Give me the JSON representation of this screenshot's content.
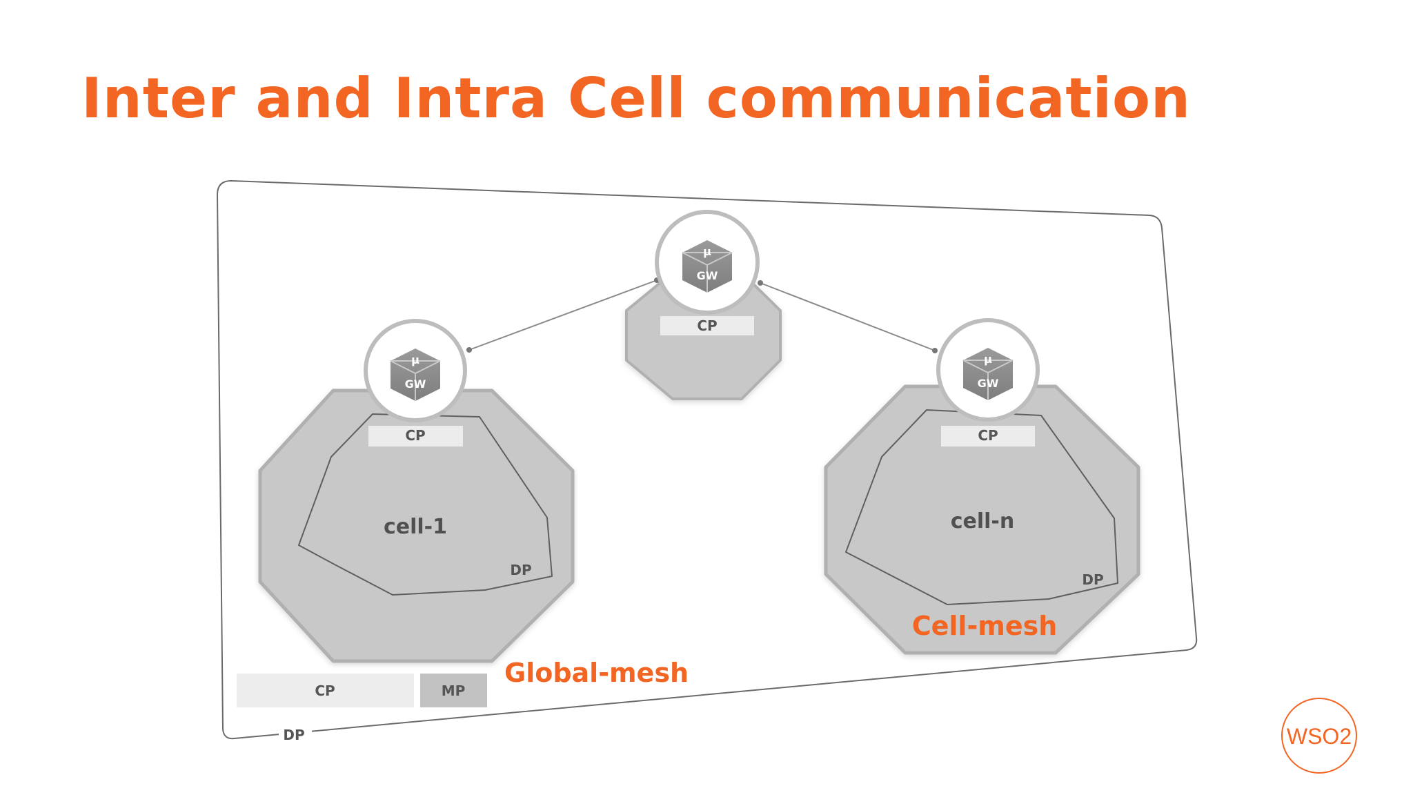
{
  "slide": {
    "title": "Inter and Intra Cell communication"
  },
  "diagram": {
    "global_gateway": {
      "icon_text": "μ",
      "label": "GW",
      "cp_label": "CP"
    },
    "cells": [
      {
        "name": "cell-1",
        "gw_icon_text": "μ",
        "gw_label": "GW",
        "cp_label": "CP",
        "dp_label": "DP"
      },
      {
        "name": "cell-n",
        "gw_icon_text": "μ",
        "gw_label": "GW",
        "cp_label": "CP",
        "dp_label": "DP"
      }
    ],
    "cell_mesh_label": "Cell-mesh",
    "global_mesh_label": "Global-mesh",
    "bottom_cp_label": "CP",
    "bottom_mp_label": "MP",
    "outer_dp_label": "DP",
    "accent_color": "#f26522",
    "node_fill": "#c8c8c8",
    "node_stroke": "#b0b0b0"
  },
  "logo": {
    "text": "WSO2"
  }
}
